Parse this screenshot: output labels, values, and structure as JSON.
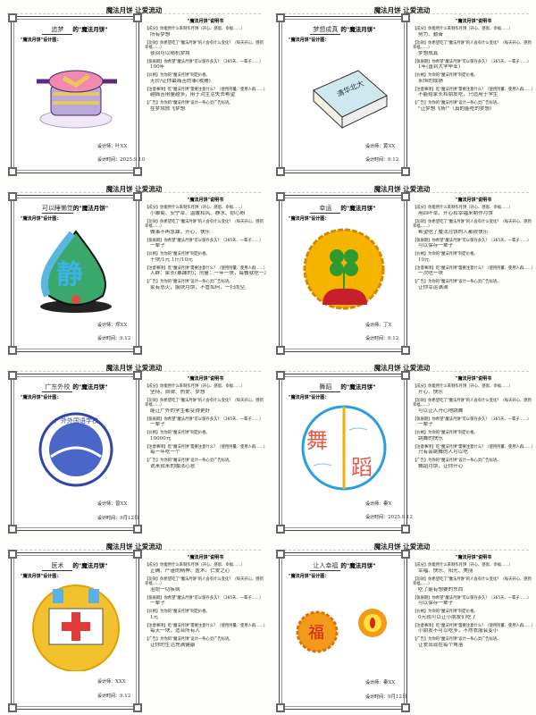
{
  "header": "魔法月饼 让爱流动",
  "frame_suffix": "的\"魔法月饼\"",
  "design_label": "\"魔法月饼\"设计图：",
  "manual_title": "\"魔法月饼\"说明书",
  "designer_label": "设计师：",
  "date_label": "设计时间：",
  "questions": [
    "【成分】你能用什么来制作月饼（开心、感恩、幸福……）",
    "【功效】你希望吃了\"魔法月饼\"的人会有什么变化？（每天开心、感到幸福……）",
    "【保质期】你希望\"魔法月饼\"可以保存多久？（365天、一辈子……）",
    "【价格】为你的\"魔法月饼\"制定价格。",
    "【注意事项】吃\"魔法月饼\"需要注意什么？（使用剂量、使用人群……）",
    "【广告】为你的\"魔法月饼\"设计一条心灵广告标语。"
  ],
  "cards": [
    {
      "name": "追梦",
      "drawing": "cake-on-cloud",
      "designer": "叶XX",
      "date": "2025.9.10",
      "answers": [
        "所有梦想",
        "夜间可以随机梦境",
        "100年",
        "无价/让你最痛苦的事(收摊)",
        "越痛苦用量越多，用于对生活失去希望",
        "在梦境放飞梦想"
      ]
    },
    {
      "name": "梦想成真",
      "drawing": "book",
      "designer": "黄XX",
      "date": "9.12",
      "answers": [
        "努力、勤奋",
        "梦想成真",
        "1年(直到大学毕业)",
        "永恒的成绩",
        "不能给家长和朋友吃，只适用于学生",
        "\"让梦想飞扬!\"（真的能吃的梦想）"
      ]
    },
    {
      "name": "可以睡懒觉",
      "drawing": "jing-drop",
      "designer": "郑XX",
      "date": "9.12",
      "answers": [
        "小雏菊、安宁草、温暖和风、静水、耐心粉",
        "做事不再急躁，开心、快乐",
        "一辈子",
        "十块/1元 1斤/10元",
        "人群：家长(暴躁的)；剂量：一年一块，每餐就吃一次",
        "家有怒火，服块月饼，不管如何，一扫而空"
      ]
    },
    {
      "name": "幸运",
      "drawing": "clover-cake",
      "designer": "丁X",
      "date": "9.12",
      "answers": [
        "用四叶草、开心和幸福来制作月饼",
        "希望吃了魔法月饼的人都很快乐",
        "可以保存一辈子",
        "10元",
        "一次吃一块",
        "让你幸运满满"
      ]
    },
    {
      "name": "广东外校",
      "drawing": "school-logo",
      "designer": "曾XX",
      "date": "9月12日",
      "answers": [
        "坚持、自律、热爱、梦想",
        "能让广外的学生都变得更好",
        "一辈子",
        "10000元",
        "每一年吃一个",
        "说来就来的魔法心意"
      ]
    },
    {
      "name": "舞蹈",
      "drawing": "dance-circle",
      "designer": "秦X",
      "date": "2025.9.12",
      "answers": [
        "开心、快乐",
        "可以让人开心地跳舞",
        "一辈子",
        "跳舞的快乐",
        "只有会跳舞的人可以吃",
        "舞蹈月饼，让你开心"
      ]
    },
    {
      "name": "医术",
      "drawing": "medical-cake",
      "designer": "XXX",
      "date": "9.12",
      "answers": [
        "正确、严谨的精神、医术、仁爱之心",
        "治愈一切疾病",
        "一辈子",
        "1元",
        "每天一块，适合所有人",
        "让你的生活充满健康"
      ]
    },
    {
      "name": "让人幸福",
      "drawing": "fu-cake",
      "designer": "秦XX",
      "date": "9月12日",
      "answers": [
        "幸福、快乐、阳光、美丽",
        "吃了能有想要的东西",
        "可以保存一辈子",
        "0元就可以让小朋友们吃了",
        "小朋友不可以吃多，不然衣服会变小",
        "让爱出现在每个角落"
      ]
    }
  ]
}
